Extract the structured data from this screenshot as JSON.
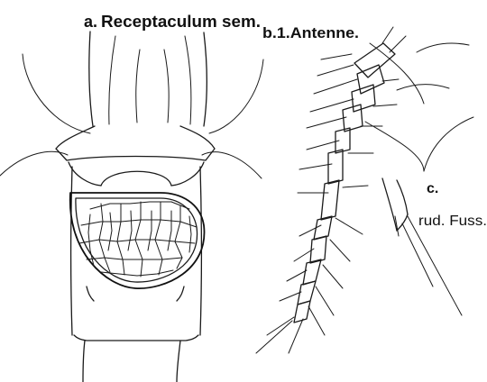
{
  "labels": {
    "a": "a.",
    "a_text": "Receptaculum sem.",
    "b": "b.1.Antenne.",
    "c": "c.",
    "c_text": "rud. Fuss."
  },
  "colors": {
    "background": "#ffffff",
    "ink": "#1a1a1a"
  }
}
